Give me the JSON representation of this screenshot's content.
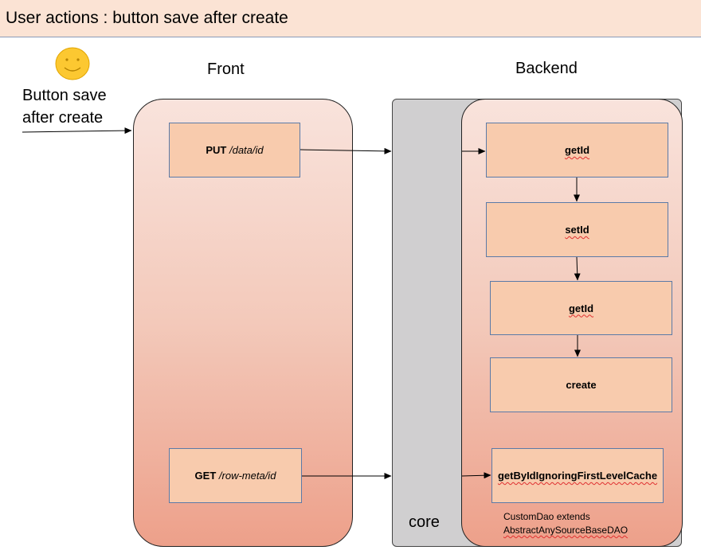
{
  "title": "User actions : button save after create",
  "actor": {
    "icon": "smiley-face-icon",
    "label": "Button save after create"
  },
  "sections": {
    "front": "Front",
    "backend": "Backend",
    "core": "core"
  },
  "front_boxes": [
    {
      "method": "PUT",
      "path": "/data/id"
    },
    {
      "method": "GET",
      "path": "/row-meta/id"
    }
  ],
  "backend_boxes": [
    {
      "label": "getId"
    },
    {
      "label": "setId"
    },
    {
      "label": "getId"
    },
    {
      "label": "create"
    },
    {
      "label": "getByIdIgnoringFirstLevelCache"
    }
  ],
  "dao_note": {
    "line1": "CustomDao extends",
    "line2": "AbstractAnySourceBaseDAO"
  },
  "colors": {
    "title_bar": "#fbe3d4",
    "box_fill": "#f8cbad",
    "box_border": "#5b7aa8",
    "core_fill": "#d0cfd0",
    "panel_gradient_top": "#f9e3dc",
    "panel_gradient_bottom": "#eda08a",
    "smiley": "#fcc831"
  }
}
